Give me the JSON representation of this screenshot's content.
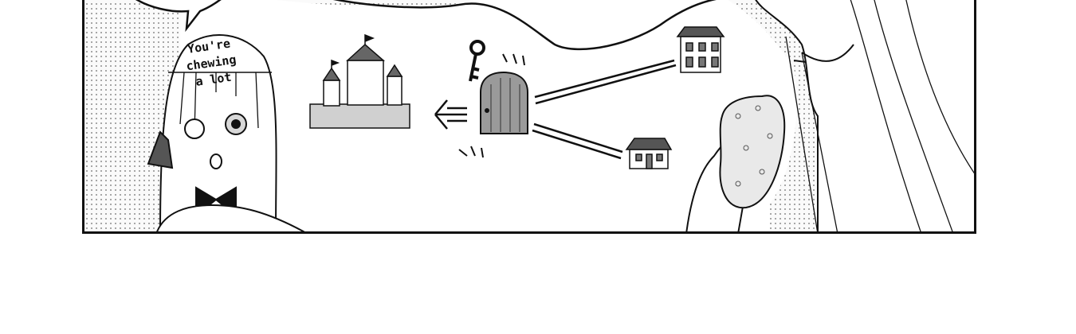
{
  "panel": {
    "sfx_lines": [
      "You're",
      "chewing",
      "a lot"
    ]
  }
}
